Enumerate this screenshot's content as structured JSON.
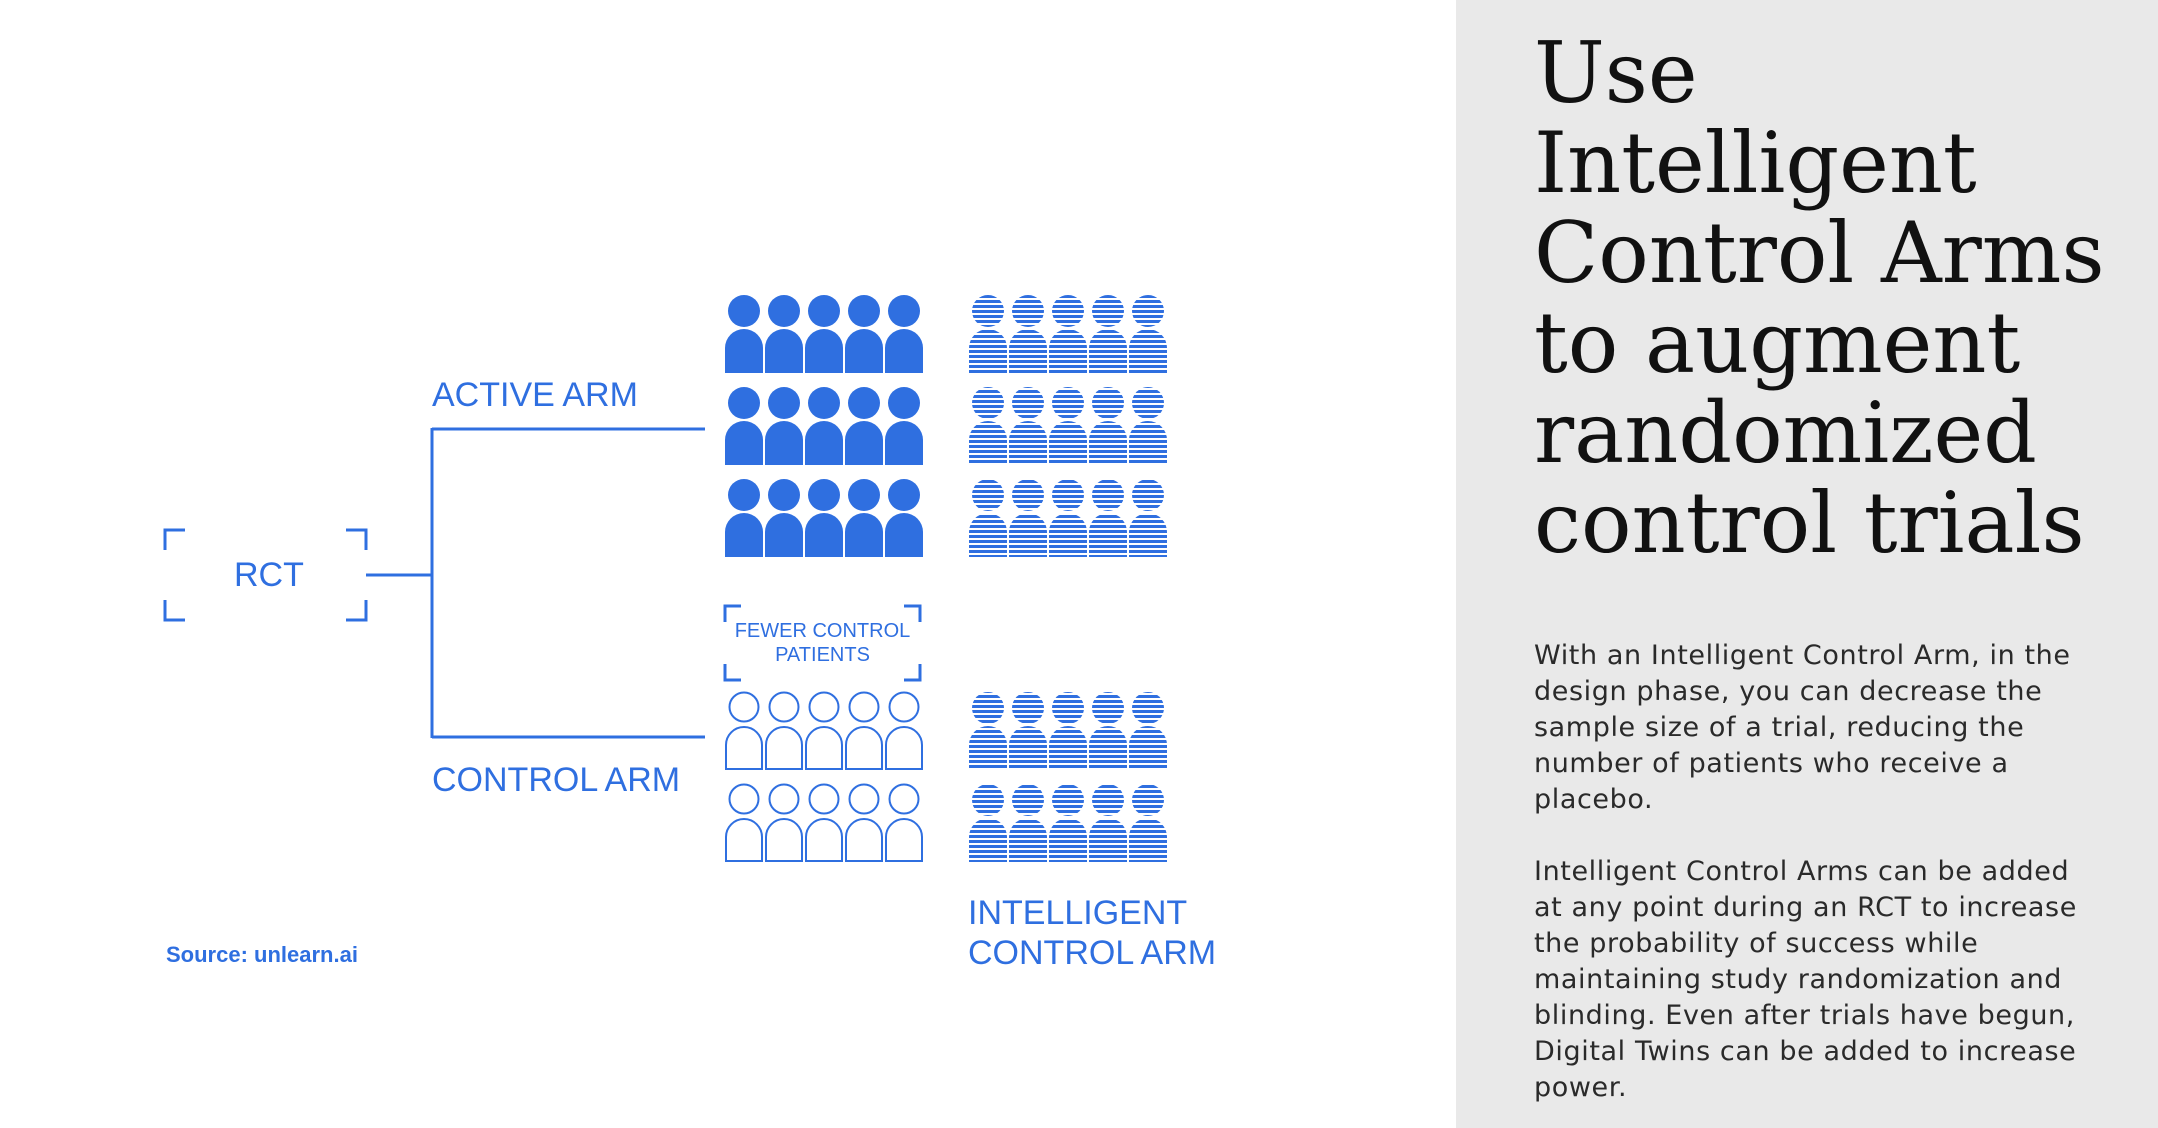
{
  "diagram": {
    "rct_label": "RCT",
    "active_arm_label": "ACTIVE ARM",
    "control_arm_label": "CONTROL ARM",
    "fewer_control_label_line1": "FEWER CONTROL",
    "fewer_control_label_line2": "PATIENTS",
    "intelligent_arm_line1": "INTELLIGENT",
    "intelligent_arm_line2": "CONTROL ARM",
    "source": "Source: unlearn.ai",
    "active_grid": {
      "rows": 3,
      "cols": 5
    },
    "control_grid": {
      "rows": 2,
      "cols": 5
    },
    "digital_active_grid": {
      "rows": 3,
      "cols": 5
    },
    "digital_control_grid": {
      "rows": 2,
      "cols": 5
    }
  },
  "panel": {
    "headline": "Use Intelligent Control Arms to augment randomized control trials",
    "paragraph1": "With an Intelligent Control Arm, in the design phase, you can decrease the sample size of a trial, reducing the number of patients who receive a placebo.",
    "paragraph2": "Intelligent Control Arms can be added at any point during an RCT to increase the probability of success while maintaining study randomization and blinding. Even after trials have begun, Digital Twins can be added to increase power."
  },
  "colors": {
    "accent": "#2f6fe0",
    "panel_bg": "#e9e9e9",
    "headline": "#111111"
  }
}
